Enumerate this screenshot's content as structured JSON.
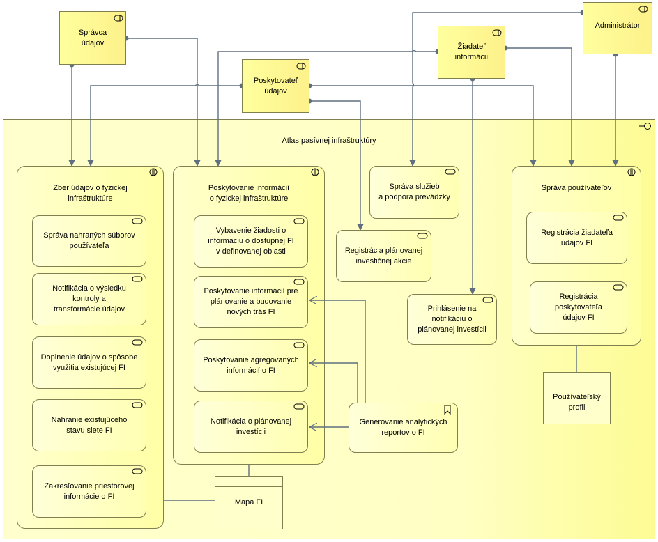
{
  "diagram": {
    "container_title": "Atlas pasívnej infraštruktúry",
    "actors": {
      "spravca": "Správca\núdajov",
      "poskytovatel": "Poskytovateľ\núdajov",
      "ziadatel": "Žiadateľ\ninformácií",
      "administrator": "Administrátor"
    },
    "groups": {
      "zber": "Zber údajov o fyzickej\ninfraštruktúre",
      "poskytovanie": "Poskytovanie informácií\no fyzickej infraštruktúre",
      "sprava_pouzivatelov": "Správa používateľov"
    },
    "services": {
      "sprava_suborov": "Správa nahraných súborov\npoužívateľa",
      "notifikacia_kontroly": "Notifikácia o výsledku kontroly a\ntransformácie údajov",
      "doplnenie": "Doplnenie údajov o spôsobe\nvyužitia existujúcej FI",
      "nahranie": "Nahranie existujúceho\nstavu siete FI",
      "zakreslovanie": "Zakresľovanie priestorovej\ninformácie o FI",
      "vybavenie": "Vybavenie žiadosti o\ninformáciu o dostupnej FI\nv definovanej oblasti",
      "poskytovanie_pre": "Poskytovanie informácií pre\nplánovanie a budovanie\nnových trás FI",
      "poskytovanie_agreg": "Poskytovanie agregovaných\ninformácií o FI",
      "notifikacia_plan": "Notifikácia o plánovanej\ninvestícii",
      "generovanie": "Generovanie analytických\nreportov o FI",
      "sprava_sluzieb": "Správa služieb\na podpora prevádzky",
      "registracia_akcie": "Registrácia plánovanej\ninvestičnej akcie",
      "prihlasenie": "Prihlásenie na\nnotifikáciu o\nplánovanej investícii",
      "reg_ziadatela": "Registrácia žiadateľa\núdajov FI",
      "reg_poskytovatela": "Registrácia poskytovateľa\núdajov FI"
    },
    "data_objects": {
      "mapa": "Mapa FI",
      "profil": "Používateľský\nprofil"
    },
    "colors": {
      "line": "#5f6f7f",
      "border": "#7f7f50",
      "fill_light": "#ffffcc",
      "fill_dark": "#fdfc94"
    }
  }
}
